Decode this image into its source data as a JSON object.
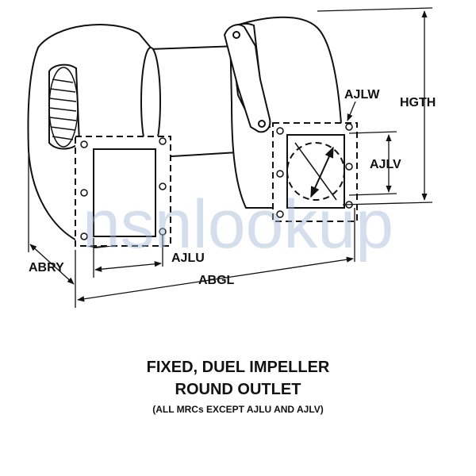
{
  "diagram": {
    "labels": {
      "hgth": "HGTH",
      "ajlw": "AJLW",
      "ajlv": "AJLV",
      "abry": "ABRY",
      "ajlu": "AJLU",
      "abgl": "ABGL"
    },
    "watermark": "nsnlookup"
  },
  "caption": {
    "line1": "FIXED, DUEL IMPELLER",
    "line2": "ROUND OUTLET",
    "line3": "(ALL MRCs EXCEPT AJLU AND AJLV)"
  }
}
